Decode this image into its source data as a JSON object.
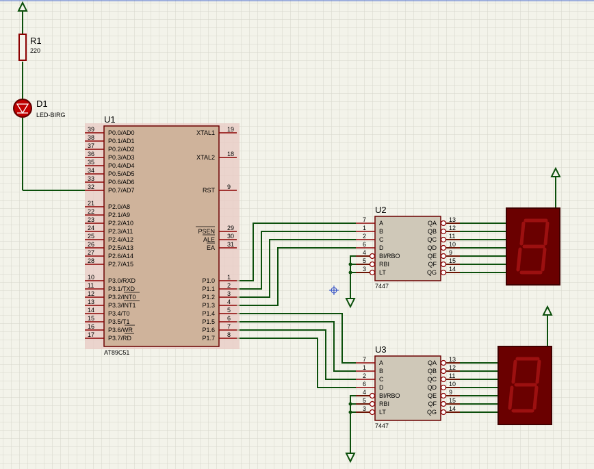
{
  "colors": {
    "background": "#f3f3ea",
    "grid": "#d9d9ce",
    "wire": "#0b4f0b",
    "pin": "#8b0000",
    "chip_fill": "#d0b8a0",
    "chip_stroke": "#6b0000",
    "segment_on": "#b01010",
    "segment_bg": "#5a0000"
  },
  "r1": {
    "ref": "R1",
    "value": "220"
  },
  "d1": {
    "ref": "D1",
    "value": "LED-BIRG"
  },
  "u1": {
    "ref": "U1",
    "part": "AT89C51",
    "left_pins": [
      {
        "num": "39",
        "label": "P0.0/AD0"
      },
      {
        "num": "38",
        "label": "P0.1/AD1"
      },
      {
        "num": "37",
        "label": "P0.2/AD2"
      },
      {
        "num": "36",
        "label": "P0.3/AD3"
      },
      {
        "num": "35",
        "label": "P0.4/AD4"
      },
      {
        "num": "34",
        "label": "P0.5/AD5"
      },
      {
        "num": "33",
        "label": "P0.6/AD6"
      },
      {
        "num": "32",
        "label": "P0.7/AD7"
      },
      {
        "num": "21",
        "label": "P2.0/A8"
      },
      {
        "num": "22",
        "label": "P2.1/A9"
      },
      {
        "num": "23",
        "label": "P2.2/A10"
      },
      {
        "num": "24",
        "label": "P2.3/A11"
      },
      {
        "num": "25",
        "label": "P2.4/A12"
      },
      {
        "num": "26",
        "label": "P2.5/A13"
      },
      {
        "num": "27",
        "label": "P2.6/A14"
      },
      {
        "num": "28",
        "label": "P2.7/A15"
      },
      {
        "num": "10",
        "label": "P3.0/RXD"
      },
      {
        "num": "11",
        "label": "P3.1/TXD"
      },
      {
        "num": "12",
        "label": "P3.2/INT0"
      },
      {
        "num": "13",
        "label": "P3.3/INT1"
      },
      {
        "num": "14",
        "label": "P3.4/T0"
      },
      {
        "num": "15",
        "label": "P3.5/T1"
      },
      {
        "num": "16",
        "label": "P3.6/WR"
      },
      {
        "num": "17",
        "label": "P3.7/RD"
      }
    ],
    "right_pins": [
      {
        "num": "19",
        "label": "XTAL1"
      },
      {
        "num": "18",
        "label": "XTAL2"
      },
      {
        "num": "9",
        "label": "RST"
      },
      {
        "num": "29",
        "label": "PSEN"
      },
      {
        "num": "30",
        "label": "ALE"
      },
      {
        "num": "31",
        "label": "EA"
      },
      {
        "num": "1",
        "label": "P1.0"
      },
      {
        "num": "2",
        "label": "P1.1"
      },
      {
        "num": "3",
        "label": "P1.2"
      },
      {
        "num": "4",
        "label": "P1.3"
      },
      {
        "num": "5",
        "label": "P1.4"
      },
      {
        "num": "6",
        "label": "P1.5"
      },
      {
        "num": "7",
        "label": "P1.6"
      },
      {
        "num": "8",
        "label": "P1.7"
      }
    ]
  },
  "u2": {
    "ref": "U2",
    "part": "7447",
    "left_pins": [
      {
        "num": "7",
        "label": "A"
      },
      {
        "num": "1",
        "label": "B"
      },
      {
        "num": "2",
        "label": "C"
      },
      {
        "num": "6",
        "label": "D"
      },
      {
        "num": "4",
        "label": "BI/RBO"
      },
      {
        "num": "5",
        "label": "RBI"
      },
      {
        "num": "3",
        "label": "LT"
      }
    ],
    "right_pins": [
      {
        "num": "13",
        "label": "QA"
      },
      {
        "num": "12",
        "label": "QB"
      },
      {
        "num": "11",
        "label": "QC"
      },
      {
        "num": "10",
        "label": "QD"
      },
      {
        "num": "9",
        "label": "QE"
      },
      {
        "num": "15",
        "label": "QF"
      },
      {
        "num": "14",
        "label": "QG"
      }
    ]
  },
  "u3": {
    "ref": "U3",
    "part": "7447",
    "left_pins": [
      {
        "num": "7",
        "label": "A"
      },
      {
        "num": "1",
        "label": "B"
      },
      {
        "num": "2",
        "label": "C"
      },
      {
        "num": "6",
        "label": "D"
      },
      {
        "num": "4",
        "label": "BI/RBO"
      },
      {
        "num": "5",
        "label": "RBI"
      },
      {
        "num": "3",
        "label": "LT"
      }
    ],
    "right_pins": [
      {
        "num": "13",
        "label": "QA"
      },
      {
        "num": "12",
        "label": "QB"
      },
      {
        "num": "11",
        "label": "QC"
      },
      {
        "num": "10",
        "label": "QD"
      },
      {
        "num": "9",
        "label": "QE"
      },
      {
        "num": "15",
        "label": "QF"
      },
      {
        "num": "14",
        "label": "QG"
      }
    ]
  }
}
